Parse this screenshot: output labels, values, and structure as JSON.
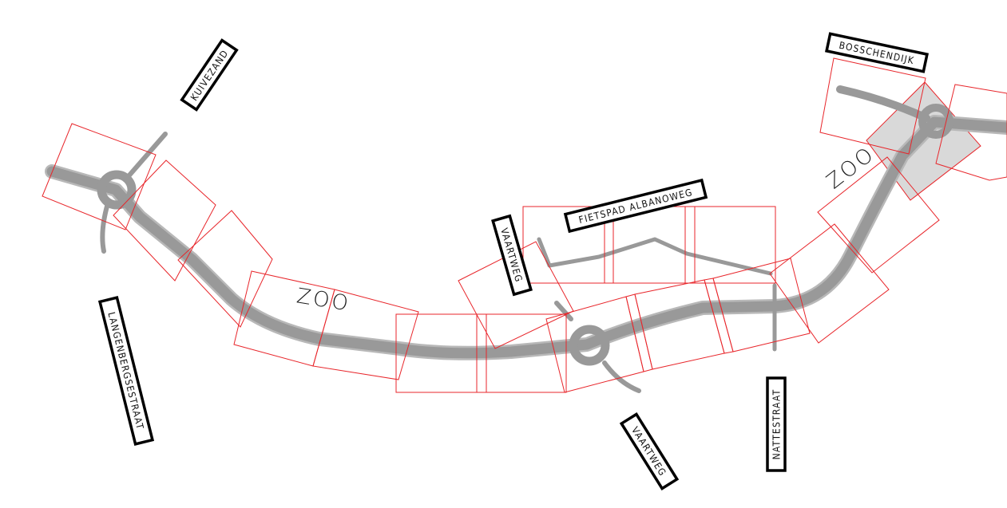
{
  "map": {
    "colors": {
      "road": "#999999",
      "sheet_outline": "#e8262b",
      "highlight_fill": "#d9d9d9",
      "label_border": "#000000"
    },
    "street_labels": [
      {
        "id": "kuivezand",
        "text": "KUIVEZAND"
      },
      {
        "id": "bosschendijk",
        "text": "BOSSCHENDIJK"
      },
      {
        "id": "fietspad-albanoweg",
        "text": "FIETSPAD ALBANOWEG"
      },
      {
        "id": "vaartweg-north",
        "text": "VAARTWEG"
      },
      {
        "id": "langenbergsestraat",
        "text": "LANGENBERGSESTRAAT"
      },
      {
        "id": "vaartweg-south",
        "text": "VAARTWEG"
      },
      {
        "id": "nattestraat",
        "text": "NATTESTRAAT"
      }
    ],
    "zone_labels": [
      {
        "id": "zoo-west",
        "text": "ZOO"
      },
      {
        "id": "zoo-east",
        "text": "ZOO"
      }
    ]
  }
}
